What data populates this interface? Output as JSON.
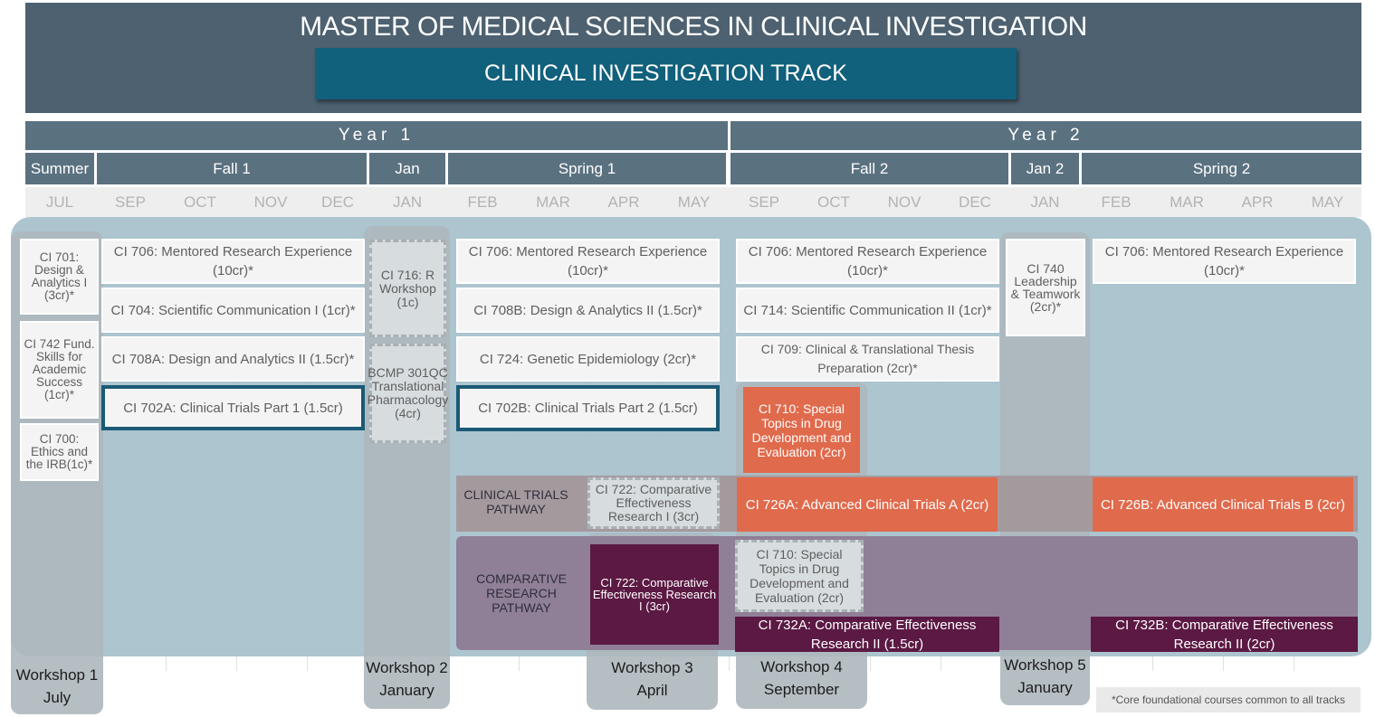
{
  "title": "MASTER OF MEDICAL SCIENCES IN CLINICAL INVESTIGATION",
  "track": "CLINICAL INVESTIGATION TRACK",
  "years": [
    "Year 1",
    "Year 2"
  ],
  "terms": [
    "Summer",
    "Fall 1",
    "Jan",
    "Spring 1",
    "Fall 2",
    "Jan 2",
    "Spring 2"
  ],
  "months": [
    "JUL",
    "SEP",
    "OCT",
    "NOV",
    "DEC",
    "JAN",
    "FEB",
    "MAR",
    "APR",
    "MAY",
    "SEP",
    "OCT",
    "NOV",
    "DEC",
    "JAN",
    "FEB",
    "MAR",
    "APR",
    "MAY"
  ],
  "workshops": {
    "w1": {
      "name": "Workshop 1",
      "month": "July"
    },
    "w2": {
      "name": "Workshop 2",
      "month": "January"
    },
    "w3": {
      "name": "Workshop 3",
      "month": "April"
    },
    "w4": {
      "name": "Workshop 4",
      "month": "September"
    },
    "w5": {
      "name": "Workshop 5",
      "month": "January"
    }
  },
  "courses": {
    "ci701": "CI 701: Design & Analytics I (3cr)*",
    "ci742": "CI 742 Fund. Skills for Academic Success (1cr)*",
    "ci700": "CI 700: Ethics and the IRB(1c)*",
    "ci706_f1": "CI 706: Mentored Research Experience (10cr)*",
    "ci704": "CI 704: Scientific Communication I (1cr)*",
    "ci708a": "CI 708A: Design and Analytics II (1.5cr)*",
    "ci702a": "CI 702A: Clinical Trials Part 1 (1.5cr)",
    "ci716": "CI 716: R Workshop (1c)",
    "bcmp": "BCMP 301QC Translational Pharmacology (4cr)",
    "ci706_s1": "CI 706: Mentored Research Experience (10cr)*",
    "ci708b": "CI 708B: Design & Analytics II (1.5cr)*",
    "ci724": "CI 724: Genetic Epidemiology (2cr)*",
    "ci702b": "CI 702B: Clinical Trials Part 2 (1.5cr)",
    "ci706_f2": "CI 706: Mentored Research Experience (10cr)*",
    "ci714": "CI 714: Scientific Communication II (1cr)*",
    "ci709": "CI 709: Clinical & Translational Thesis Preparation (2cr)*",
    "ci710_ct": "CI 710: Special Topics in Drug Development and Evaluation (2cr)",
    "ci740": "CI 740 Leadership & Teamwork (2cr)*",
    "ci706_s2": "CI 706: Mentored Research Experience (10cr)*",
    "ci722_ct": "CI 722: Comparative Effectiveness Research I (3cr)",
    "ci726a": "CI 726A: Advanced Clinical Trials A (2cr)",
    "ci726b": "CI 726B: Advanced Clinical Trials B (2cr)",
    "ci722_cr": "CI 722: Comparative Effectiveness Research I (3cr)",
    "ci710_cr": "CI 710: Special Topics in Drug Development and Evaluation (2cr)",
    "ci732a": "CI 732A: Comparative Effectiveness Research II (1.5cr)",
    "ci732b": "CI 732B: Comparative Effectiveness Research II (2cr)"
  },
  "pathways": {
    "clinical_trials": "CLINICAL TRIALS PATHWAY",
    "comparative": "COMPARATIVE RESEARCH PATHWAY"
  },
  "footnote": "*Core foundational courses common to all tracks",
  "colors": {
    "header": "#4d6170",
    "track": "#11607c",
    "bar": "#5a7180",
    "band": "#a8c2cc",
    "orange": "#e06a4c",
    "plum": "#5b1943",
    "outline": "#1b5a76"
  }
}
